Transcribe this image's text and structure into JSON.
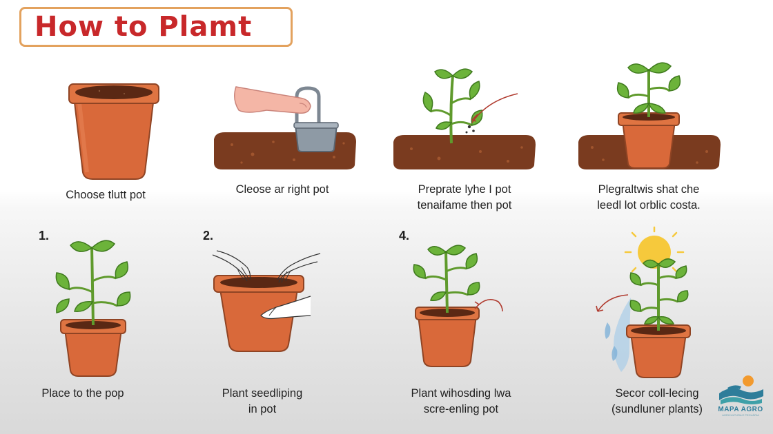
{
  "title": "How to Plamt",
  "steps": [
    {
      "caption_lines": [
        "Choose tlutt pot"
      ]
    },
    {
      "caption_lines": [
        "Cleose ar right pot"
      ]
    },
    {
      "caption_lines": [
        "Preprate lyhe I pot",
        "tenaifame then pot"
      ]
    },
    {
      "caption_lines": [
        "Plegraltwis shat che",
        "leedl lot orblic costa."
      ]
    },
    {
      "number": "1.",
      "caption_lines": [
        "Place to the pop"
      ]
    },
    {
      "number": "2.",
      "caption_lines": [
        "Plant seedliping",
        "in pot"
      ]
    },
    {
      "number": "4.",
      "caption_lines": [
        "Plant wihosding lwa",
        "scre-enling pot"
      ]
    },
    {
      "caption_lines": [
        "Secor coll-lecing",
        "(sundluner plants)"
      ]
    }
  ],
  "logo": {
    "name": "MAPA AGRO",
    "tagline": "AGRICULTURA E PECUÁRIA"
  },
  "colors": {
    "title_red": "#c8282a",
    "title_border": "#e3a25e",
    "pot": "#d9693a",
    "soil": "#7a3b1f",
    "leaf": "#5ea52c",
    "sun": "#f6c93c",
    "water": "#7fb2d8",
    "logo_blue": "#2e7d9a"
  },
  "icons": [
    "terracotta-pot-icon",
    "hand-with-watering-bucket-icon",
    "seedling-in-soil-icon",
    "potted-plant-icon",
    "hands-planting-icon",
    "sun-icon",
    "water-drops-icon",
    "curved-arrow-icon"
  ]
}
